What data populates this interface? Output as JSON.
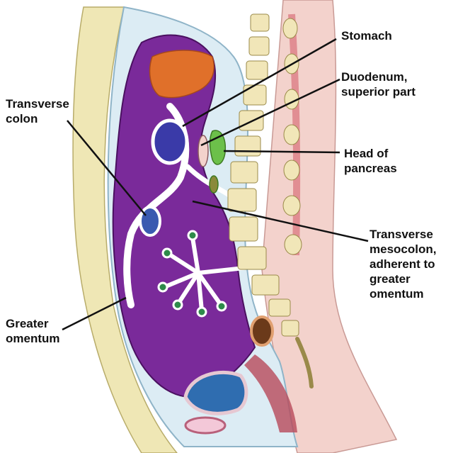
{
  "labels": {
    "stomach": "Stomach",
    "duodenum": "Duodenum,\nsuperior part",
    "pancreas": "Head of\npancreas",
    "transverse_colon": "Transverse\ncolon",
    "mesocolon": "Transverse\nmesocolon,\nadherent to\ngreater\nomentum",
    "greater_omentum": "Greater\nomentum"
  },
  "colors": {
    "peritoneum_purple": "#7a2a9a",
    "liver_orange": "#e0702a",
    "stomach_blue": "#3a3aa8",
    "colon_blue": "#3a5ab0",
    "pancreas_green": "#6cc04a",
    "vertebra_cream": "#f1e6b8",
    "disc_blue": "#cfe4f0",
    "bladder_blue": "#2f6db0",
    "skin_yellow": "#efe7b5",
    "back_pink": "#f3d2cc",
    "cord_red": "#d9707a",
    "muscle_red": "#b84a5a"
  }
}
